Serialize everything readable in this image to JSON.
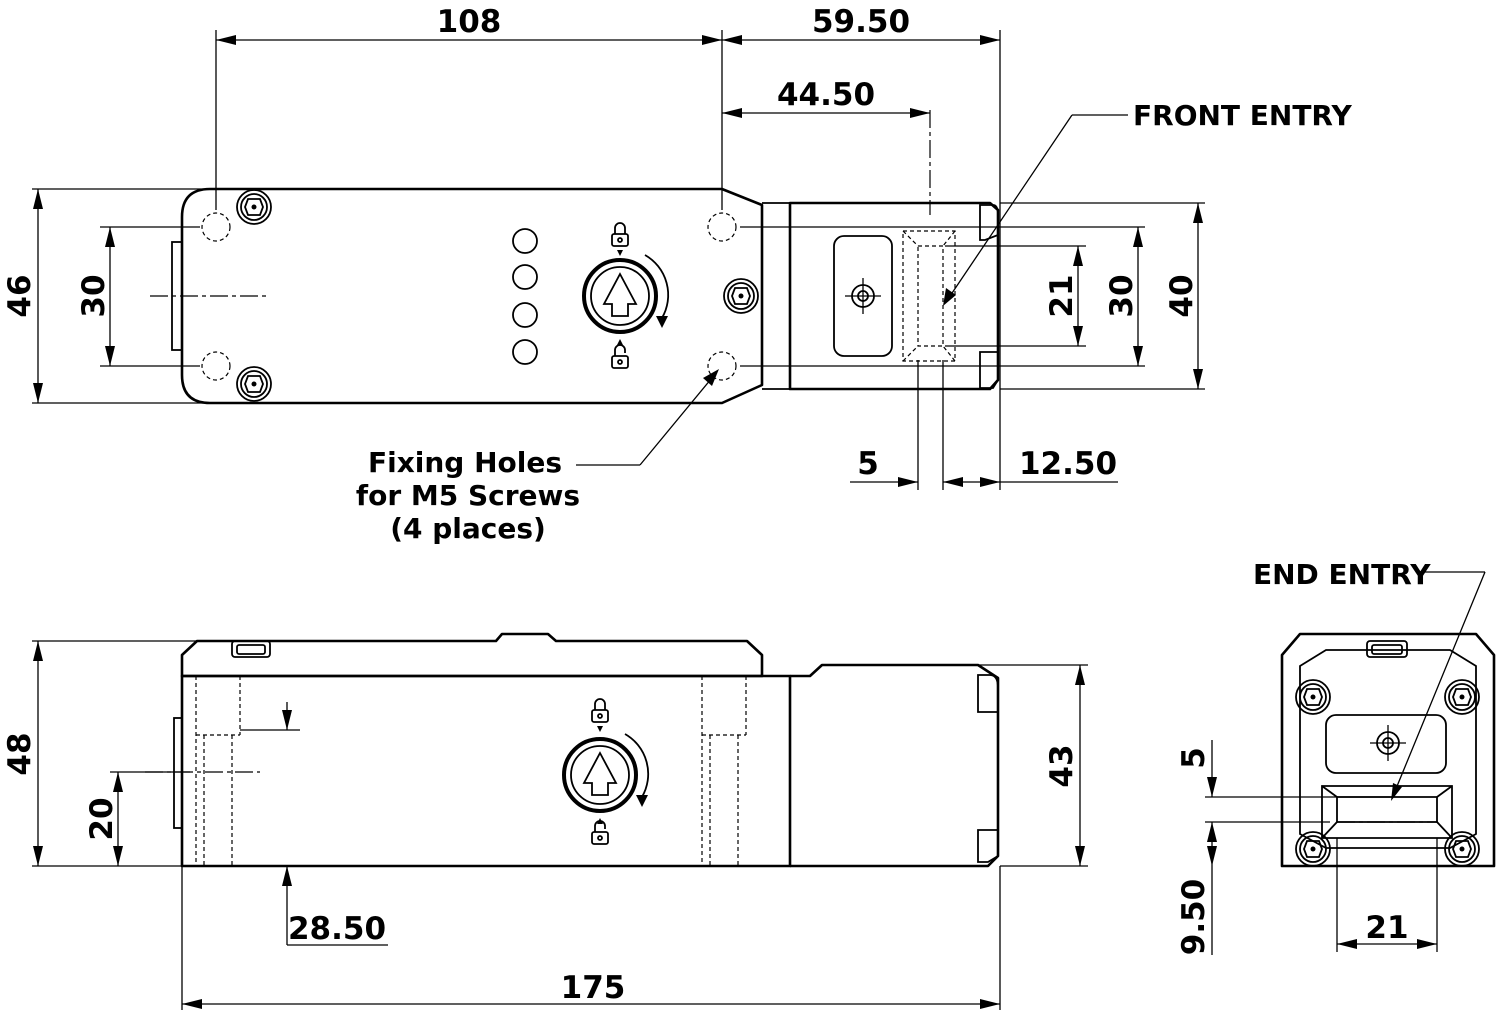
{
  "dimensions": {
    "top_length_108": "108",
    "top_length_59_50": "59.50",
    "top_length_44_50": "44.50",
    "height_46": "46",
    "height_30_left": "30",
    "height_21": "21",
    "height_30_right": "30",
    "height_40": "40",
    "width_5": "5",
    "width_12_50": "12.50",
    "side_height_48": "48",
    "side_height_20": "20",
    "side_height_43": "43",
    "side_offset_28_50": "28.50",
    "side_length_175": "175",
    "end_height_5": "5",
    "end_height_9_50": "9.50",
    "end_width_21": "21"
  },
  "labels": {
    "front_entry": "FRONT ENTRY",
    "end_entry": "END ENTRY",
    "fixing_line1": "Fixing Holes",
    "fixing_line2": "for M5 Screws",
    "fixing_line3": "(4 places)"
  }
}
